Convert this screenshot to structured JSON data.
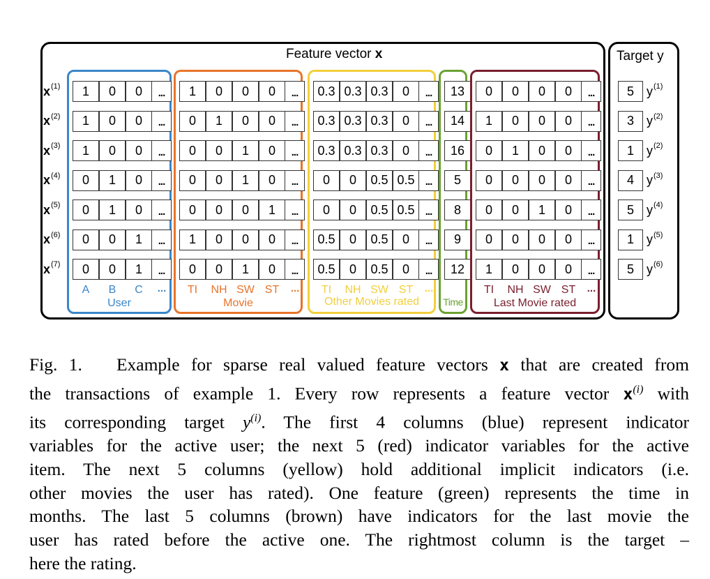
{
  "figure": {
    "feature_vector_title": "Feature vector",
    "feature_vector_symbol": "x",
    "target_title": "Target y",
    "row_labels": [
      "x(1)",
      "x(2)",
      "x(3)",
      "x(4)",
      "x(5)",
      "x(6)",
      "x(7)"
    ],
    "row_label_base": "x",
    "row_label_sups": [
      "(1)",
      "(2)",
      "(3)",
      "(4)",
      "(5)",
      "(6)",
      "(7)"
    ],
    "groups": [
      {
        "key": "user",
        "name": "User",
        "color": "#3a86c8",
        "column_labels": [
          "A",
          "B",
          "C",
          "..."
        ],
        "rows": [
          [
            "1",
            "0",
            "0",
            "..."
          ],
          [
            "1",
            "0",
            "0",
            "..."
          ],
          [
            "1",
            "0",
            "0",
            "..."
          ],
          [
            "0",
            "1",
            "0",
            "..."
          ],
          [
            "0",
            "1",
            "0",
            "..."
          ],
          [
            "0",
            "0",
            "1",
            "..."
          ],
          [
            "0",
            "0",
            "1",
            "..."
          ]
        ]
      },
      {
        "key": "movie",
        "name": "Movie",
        "color": "#e8742a",
        "column_labels": [
          "TI",
          "NH",
          "SW",
          "ST",
          "..."
        ],
        "rows": [
          [
            "1",
            "0",
            "0",
            "0",
            "..."
          ],
          [
            "0",
            "1",
            "0",
            "0",
            "..."
          ],
          [
            "0",
            "0",
            "1",
            "0",
            "..."
          ],
          [
            "0",
            "0",
            "1",
            "0",
            "..."
          ],
          [
            "0",
            "0",
            "0",
            "1",
            "..."
          ],
          [
            "1",
            "0",
            "0",
            "0",
            "..."
          ],
          [
            "0",
            "0",
            "1",
            "0",
            "..."
          ]
        ]
      },
      {
        "key": "other-movies",
        "name": "Other Movies rated",
        "color": "#f2cf3c",
        "column_labels": [
          "TI",
          "NH",
          "SW",
          "ST",
          "..."
        ],
        "rows": [
          [
            "0.3",
            "0.3",
            "0.3",
            "0",
            "..."
          ],
          [
            "0.3",
            "0.3",
            "0.3",
            "0",
            "..."
          ],
          [
            "0.3",
            "0.3",
            "0.3",
            "0",
            "..."
          ],
          [
            "0",
            "0",
            "0.5",
            "0.5",
            "..."
          ],
          [
            "0",
            "0",
            "0.5",
            "0.5",
            "..."
          ],
          [
            "0.5",
            "0",
            "0.5",
            "0",
            "..."
          ],
          [
            "0.5",
            "0",
            "0.5",
            "0",
            "..."
          ]
        ]
      },
      {
        "key": "time",
        "name": "Time",
        "color": "#6aa232",
        "column_labels": [],
        "rows": [
          [
            "13"
          ],
          [
            "14"
          ],
          [
            "16"
          ],
          [
            "5"
          ],
          [
            "8"
          ],
          [
            "9"
          ],
          [
            "12"
          ]
        ]
      },
      {
        "key": "last-movie",
        "name": "Last Movie rated",
        "color": "#7a1f2e",
        "column_labels": [
          "TI",
          "NH",
          "SW",
          "ST",
          "..."
        ],
        "rows": [
          [
            "0",
            "0",
            "0",
            "0",
            "..."
          ],
          [
            "1",
            "0",
            "0",
            "0",
            "..."
          ],
          [
            "0",
            "1",
            "0",
            "0",
            "..."
          ],
          [
            "0",
            "0",
            "0",
            "0",
            "..."
          ],
          [
            "0",
            "0",
            "1",
            "0",
            "..."
          ],
          [
            "0",
            "0",
            "0",
            "0",
            "..."
          ],
          [
            "1",
            "0",
            "0",
            "0",
            "..."
          ]
        ]
      }
    ],
    "targets": [
      "5",
      "3",
      "1",
      "4",
      "5",
      "1",
      "5"
    ],
    "target_label_base": "y",
    "target_label_sups": [
      "(1)",
      "(2)",
      "(2)",
      "(3)",
      "(4)",
      "(5)",
      "(6)"
    ]
  },
  "caption": {
    "lines": [
      "Fig. 1.   Example for sparse real valued feature vectors x that are created from",
      "the transactions of example 1. Every row represents a feature vector x(i) with",
      "its corresponding target y(i). The first 4 columns (blue) represent indicator",
      "variables for the active user; the next 5 (red) indicator variables for the active",
      "item. The next 5 columns (yellow) hold additional implicit indicators (i.e.",
      "other movies the user has rated). One feature (green) represents the time in",
      "months. The last 5 columns (brown) have indicators for the last movie the",
      "user has rated before the active one. The rightmost column is the target –",
      "here the rating."
    ]
  }
}
